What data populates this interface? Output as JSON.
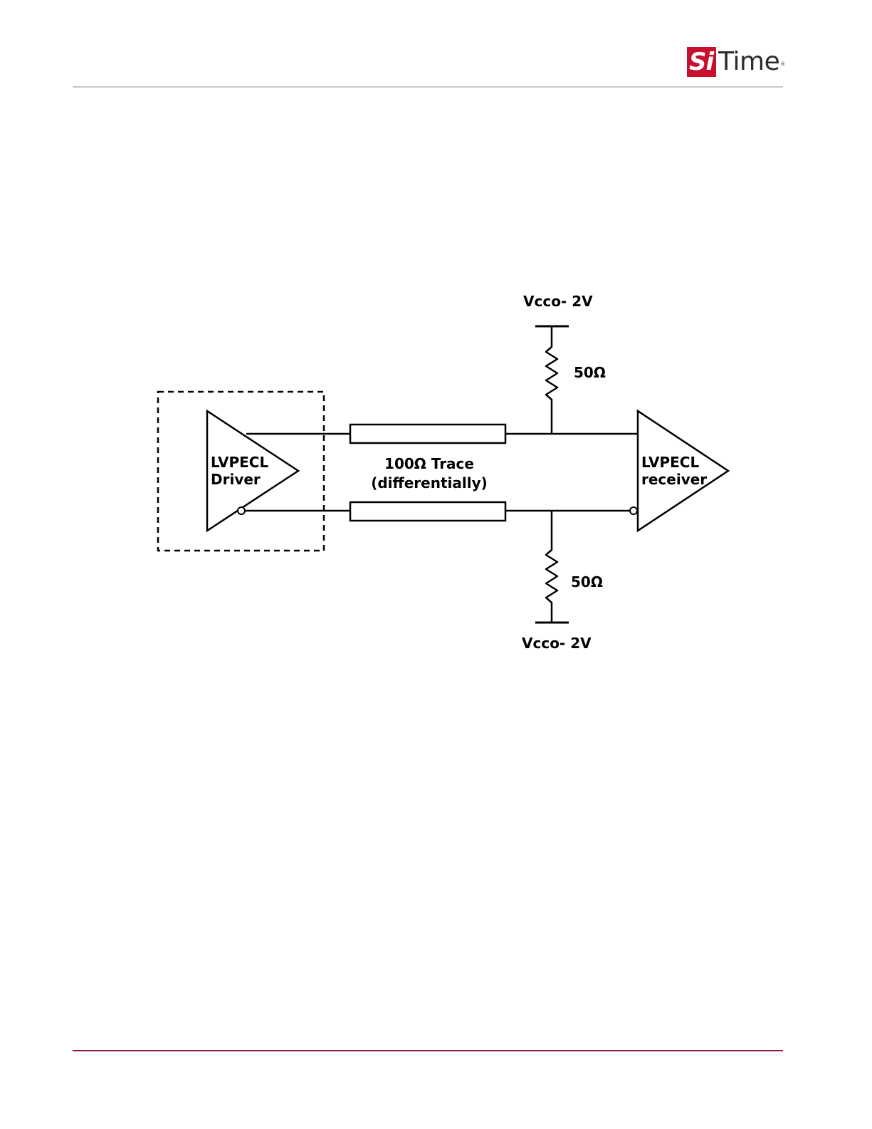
{
  "header": {
    "logo": {
      "si": "Si",
      "time": "Time",
      "tm": "®"
    }
  },
  "diagram": {
    "driver_label_line1": "LVPECL",
    "driver_label_line2": "Driver",
    "receiver_label_line1": "LVPECL",
    "receiver_label_line2": "receiver",
    "trace_label_line1": "100Ω Trace",
    "trace_label_line2": "(differentially)",
    "top_supply": "Vcco- 2V",
    "bottom_supply": "Vcco- 2V",
    "top_resistor": "50Ω",
    "bottom_resistor": "50Ω"
  },
  "colors": {
    "brand_red": "#c8102e",
    "footer_rule": "#8c1d40",
    "header_rule": "#c7c7c7"
  }
}
